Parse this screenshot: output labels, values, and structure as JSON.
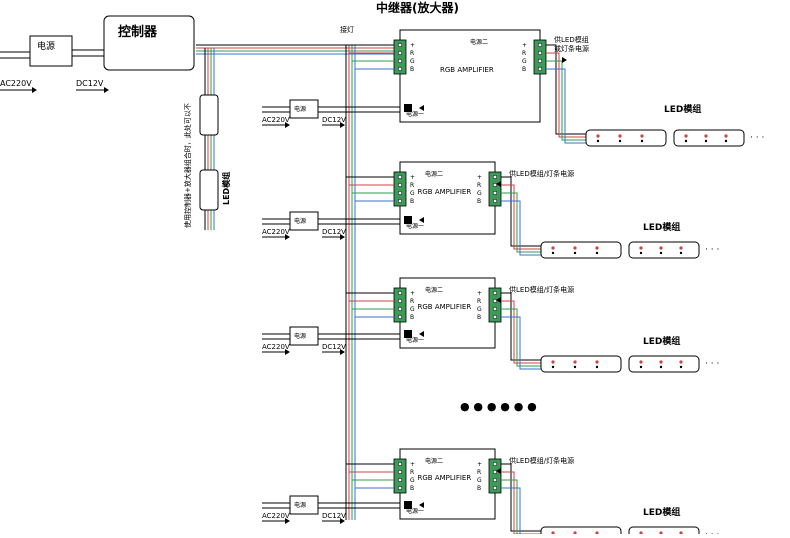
{
  "title": "中继器(放大器)",
  "power_label": "电源",
  "controller_label": "控制器",
  "ac_label": "AC220V",
  "dc_label": "DC12V",
  "tap_label": "接灯",
  "amplifier_label": "RGB AMPLIFIER",
  "power_in_2": "电源二",
  "power_in_1": "电源一",
  "plus_label": "+",
  "minus_label": "−",
  "pins": [
    "R",
    "G",
    "B"
  ],
  "top_output_label_line1": "供LED模组",
  "top_output_label_line2": "或灯条电源",
  "row_output_label": "供LED模组/灯条电源",
  "led_group_label": "LED模组",
  "vertical_note": "使用控制器+放大器组合时，此处可以不",
  "vertical_led_label": "LED模组",
  "ellipsis_label": "● ● ●    ● ● ●",
  "dots": "· · ·",
  "colors": {
    "line": "#000000",
    "wire_r": "#d04040",
    "wire_g": "#2e9e4c",
    "wire_b": "#3a6fd0",
    "terminal": "#3d9b5a"
  }
}
